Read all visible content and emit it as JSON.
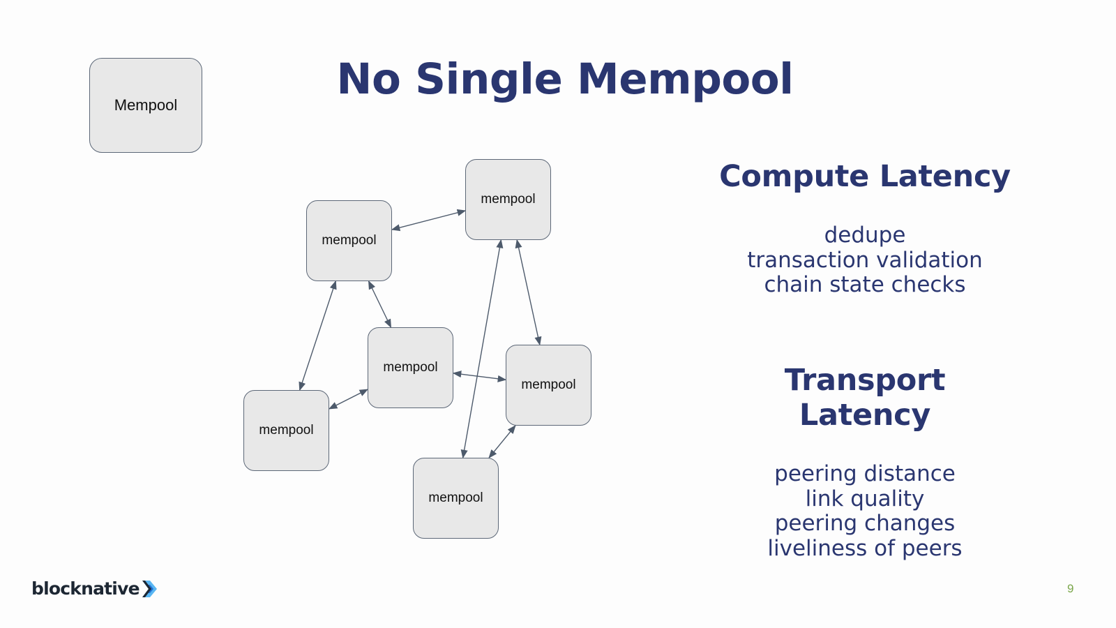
{
  "slide": {
    "title": "No Single Mempool",
    "legend_label": "Mempool",
    "page_number": "9"
  },
  "diagram": {
    "nodes": [
      {
        "id": "n1",
        "label": "mempool"
      },
      {
        "id": "n2",
        "label": "mempool"
      },
      {
        "id": "n3",
        "label": "mempool"
      },
      {
        "id": "n4",
        "label": "mempool"
      },
      {
        "id": "n5",
        "label": "mempool"
      },
      {
        "id": "n6",
        "label": "mempool"
      }
    ],
    "edges": [
      {
        "from": "n1",
        "to": "n2",
        "bidirectional": true
      },
      {
        "from": "n2",
        "to": "n6",
        "bidirectional": true
      },
      {
        "from": "n1",
        "to": "n3",
        "bidirectional": true
      },
      {
        "from": "n3",
        "to": "n4",
        "bidirectional": true
      },
      {
        "from": "n3",
        "to": "n5",
        "bidirectional": true
      },
      {
        "from": "n2",
        "to": "n4",
        "bidirectional": true
      },
      {
        "from": "n1",
        "to": "n5",
        "bidirectional": true
      },
      {
        "from": "n6",
        "to": "n4",
        "bidirectional": true
      }
    ],
    "colors": {
      "node_fill": "#e8e8e8",
      "node_border": "#5c6777",
      "edge": "#4d5a6b"
    }
  },
  "compute": {
    "heading": "Compute Latency",
    "items": [
      "dedupe",
      "transaction validation",
      "chain state checks"
    ]
  },
  "transport": {
    "heading": "Transport Latency",
    "items": [
      "peering distance",
      "link quality",
      "peering changes",
      "liveliness of peers"
    ]
  },
  "brand": {
    "name": "blocknative",
    "logo_icon": "blocknative-chevron-icon",
    "colors": {
      "text": "#1d2733",
      "accent_light": "#59b6f2",
      "accent_dark": "#1f6fd1"
    }
  },
  "theme": {
    "title_color": "#2a3670",
    "page_number_color": "#7aa64a"
  }
}
